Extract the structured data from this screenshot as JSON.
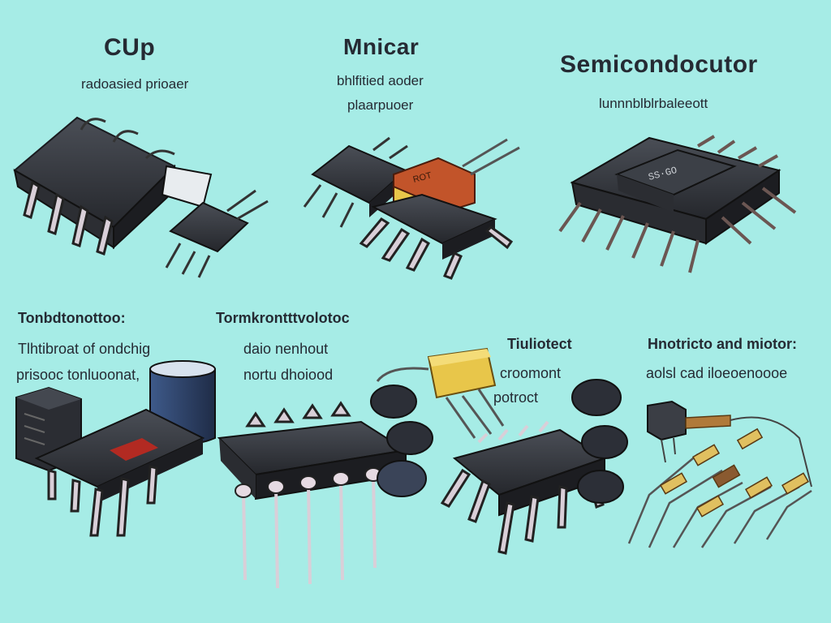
{
  "labels": {
    "cup_title": "CUp",
    "cup_sub": "radoasied prioaer",
    "minicar_title": "Mnicar",
    "minicar_sub1": "bhlfitied aoder",
    "minicar_sub2": "plaarpuoer",
    "semi_title": "Semicondocutor",
    "semi_sub": "lunnnblblrbaleeott",
    "bl_title": "Tonbdtonottoo:",
    "bl_sub1": "Tlhtibroat of ondchig",
    "bl_sub2": "prisooc tonluoonat,",
    "bm_title": "Tormkrontttvolotoc",
    "bm_sub1": "daio nenhout",
    "bm_sub2": "nortu dhoiood",
    "br1_title": "Tiuliotect",
    "br1_sub1": "croomont",
    "br1_sub2": "potroct",
    "br2_title": "Hnotricto and miotor:",
    "br2_sub": "aolsl cad iloeoenoooe"
  },
  "colors": {
    "background": "#a6ece6",
    "chip_body": "#34373d",
    "lead": "#d9cfd8",
    "capacitor_orange": "#c2542a",
    "capacitor_yellow": "#e8c64a",
    "resistor_body": "#e0c060"
  }
}
